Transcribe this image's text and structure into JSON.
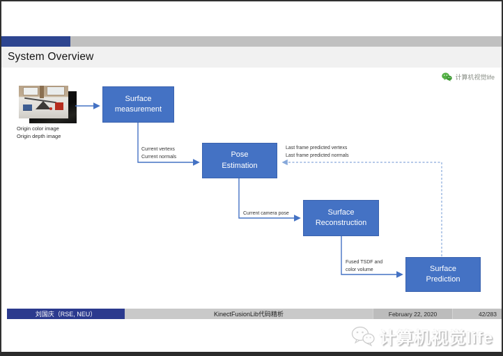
{
  "header": {
    "title": "System Overview",
    "wechat_badge": "计算机视觉life"
  },
  "diagram": {
    "input_caption": "Origin color image\nOrigin depth image",
    "nodes": {
      "surface_measurement": "Surface\nmeasurement",
      "pose_estimation": "Pose\nEstimation",
      "surface_reconstruction": "Surface\nReconstruction",
      "surface_prediction": "Surface\nPrediction"
    },
    "edge_labels": {
      "to_pose": "Current vertexs\nCurrent normals",
      "feedback": "Last frame predicted vertexs\nLast frame predicted normals",
      "to_reconstruction": "Current camera pose",
      "to_prediction": "Fused TSDF and\ncolor volume"
    }
  },
  "footer": {
    "author": "刘国庆（RSE, NEU）",
    "deck_title": "KinectFusionLib代码精析",
    "date": "February 22, 2020",
    "page": "42/283"
  },
  "watermark": {
    "text": "计算机视觉life"
  },
  "colors": {
    "box_blue": "#4472c4",
    "top_bar_blue": "#2d4590",
    "footer_blue": "#2b3a8e",
    "band_gray": "#c0c0c0",
    "title_band": "#f1f1f1",
    "wechat_green": "#52b043"
  }
}
